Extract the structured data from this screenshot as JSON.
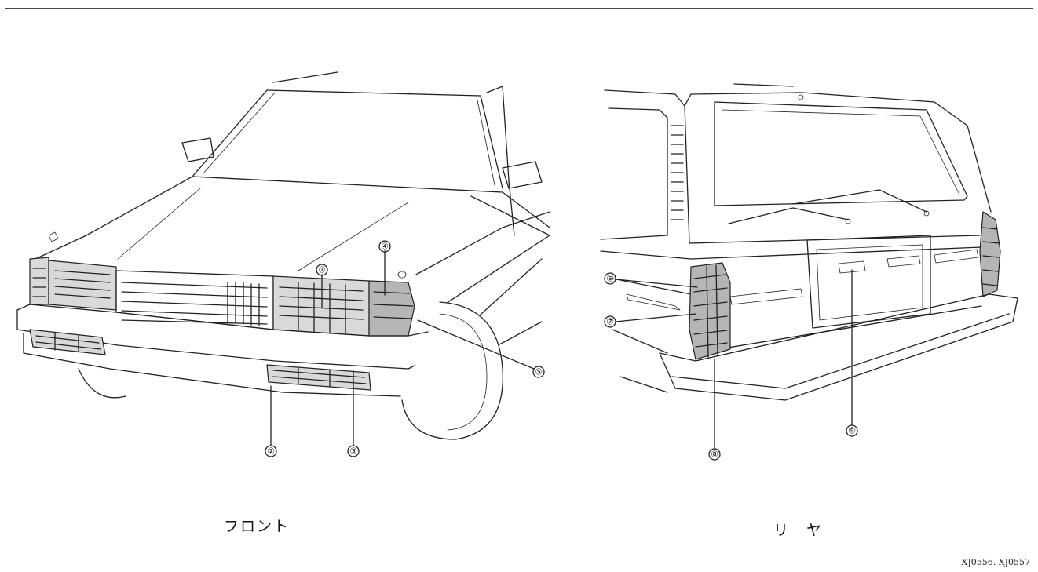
{
  "captions": {
    "front": "フロント",
    "rear": "リ　ヤ"
  },
  "figure_ref": "XJ0556. XJ0557",
  "callouts": {
    "c1": "①",
    "c2": "②",
    "c3": "③",
    "c4": "④",
    "c5": "⑤",
    "c6": "⑥",
    "c7": "⑦",
    "c8": "⑧",
    "c9": "⑨"
  }
}
